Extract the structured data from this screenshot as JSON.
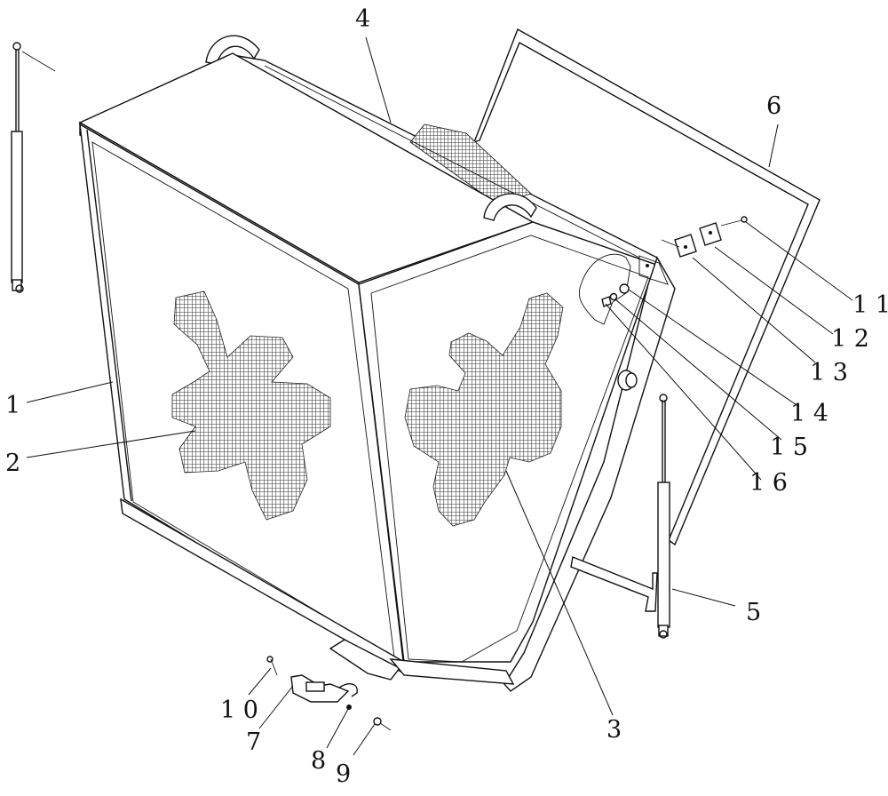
{
  "diagram": {
    "type": "exploded-assembly",
    "background": "#ffffff",
    "line_color": "#111111",
    "mesh_color": "#444444"
  },
  "labels": [
    {
      "id": "p1",
      "text": "1"
    },
    {
      "id": "p2",
      "text": "2"
    },
    {
      "id": "p3",
      "text": "3"
    },
    {
      "id": "p4",
      "text": "4"
    },
    {
      "id": "p5",
      "text": "5"
    },
    {
      "id": "p6",
      "text": "6"
    },
    {
      "id": "p7",
      "text": "7"
    },
    {
      "id": "p8",
      "text": "8"
    },
    {
      "id": "p9",
      "text": "9"
    },
    {
      "id": "p10",
      "text": "1 0"
    },
    {
      "id": "p11",
      "text": "1 1"
    },
    {
      "id": "p12",
      "text": "1 2"
    },
    {
      "id": "p13",
      "text": "1 3"
    },
    {
      "id": "p14",
      "text": "1 4"
    },
    {
      "id": "p15",
      "text": "1 5"
    },
    {
      "id": "p16",
      "text": "1 6"
    }
  ]
}
